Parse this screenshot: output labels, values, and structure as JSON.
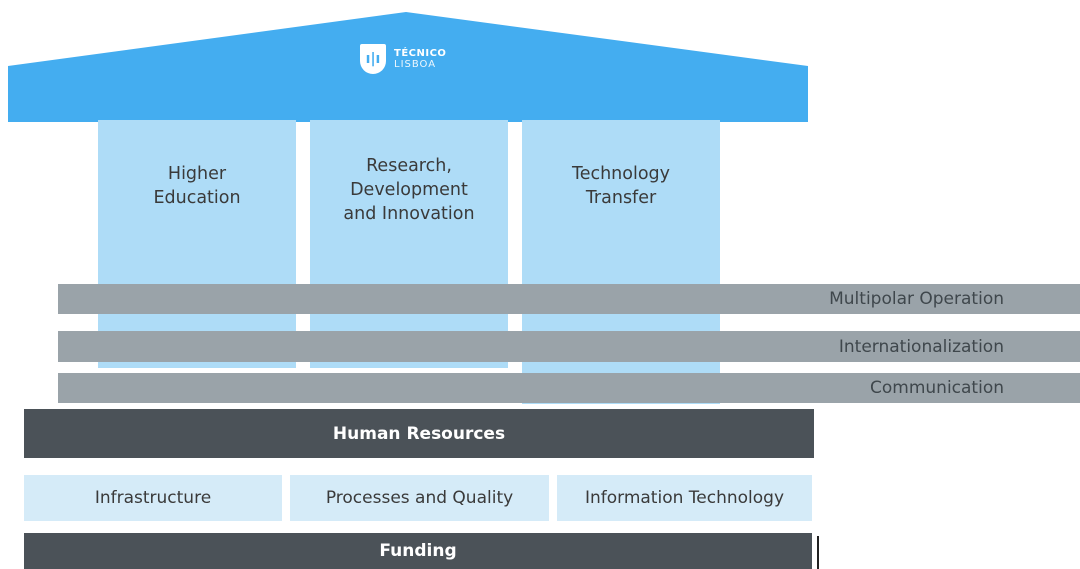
{
  "logo": {
    "mark": "ı|ı",
    "line1": "TÉCNICO",
    "line2": "LISBOA"
  },
  "pillars": [
    {
      "label": "Higher\nEducation"
    },
    {
      "label": "Research,\nDevelopment\nand Innovation"
    },
    {
      "label": "Technology\nTransfer"
    }
  ],
  "bands": [
    {
      "label": "Multipolar Operation"
    },
    {
      "label": "Internationalization"
    },
    {
      "label": "Communication"
    }
  ],
  "human_resources": "Human Resources",
  "support": [
    {
      "label": "Infrastructure"
    },
    {
      "label": "Processes and Quality"
    },
    {
      "label": "Information Technology"
    }
  ],
  "funding": "Funding",
  "colors": {
    "roof": "#44adf0",
    "pillar": "#aedcf7",
    "band": "#9aa3a9",
    "dark_bar": "#4b5258",
    "support_box": "#d5ebf8"
  }
}
